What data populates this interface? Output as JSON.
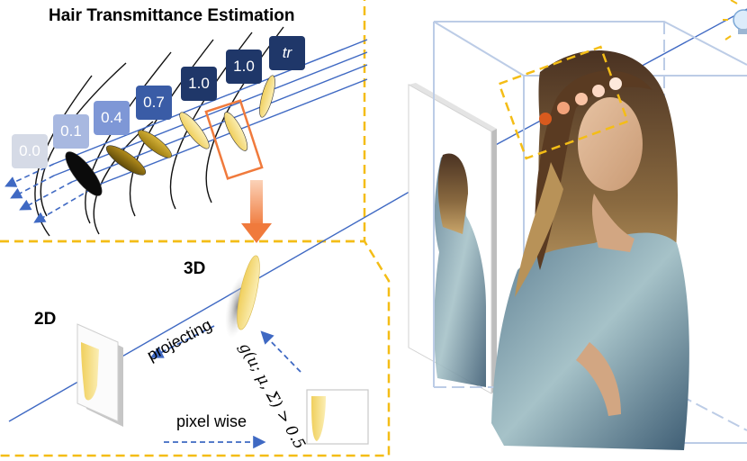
{
  "title": "Hair Transmittance Estimation",
  "transmittance_badges": [
    {
      "label": "0.0",
      "color": "#d5dae6"
    },
    {
      "label": "0.1",
      "color": "#a8b8e0"
    },
    {
      "label": "0.4",
      "color": "#7e97d6"
    },
    {
      "label": "0.7",
      "color": "#3a5ca6"
    },
    {
      "label": "1.0",
      "color": "#1f3769"
    },
    {
      "label": "1.0",
      "color": "#1f3769"
    },
    {
      "label": "tr",
      "color": "#1f3769"
    }
  ],
  "labels": {
    "three_d": "3D",
    "two_d": "2D",
    "formula": "g(u; μ, Σ) > 0.5",
    "projecting": "projecting",
    "pixel_wise": "pixel wise"
  },
  "colors": {
    "dash_border": "#f4bd16",
    "ray": "#3f69c3",
    "box": "#bccce6",
    "arrow": "#f07a3c",
    "gaussian": "#f3dc82"
  },
  "icons": {
    "light": "light-bulb-icon"
  }
}
